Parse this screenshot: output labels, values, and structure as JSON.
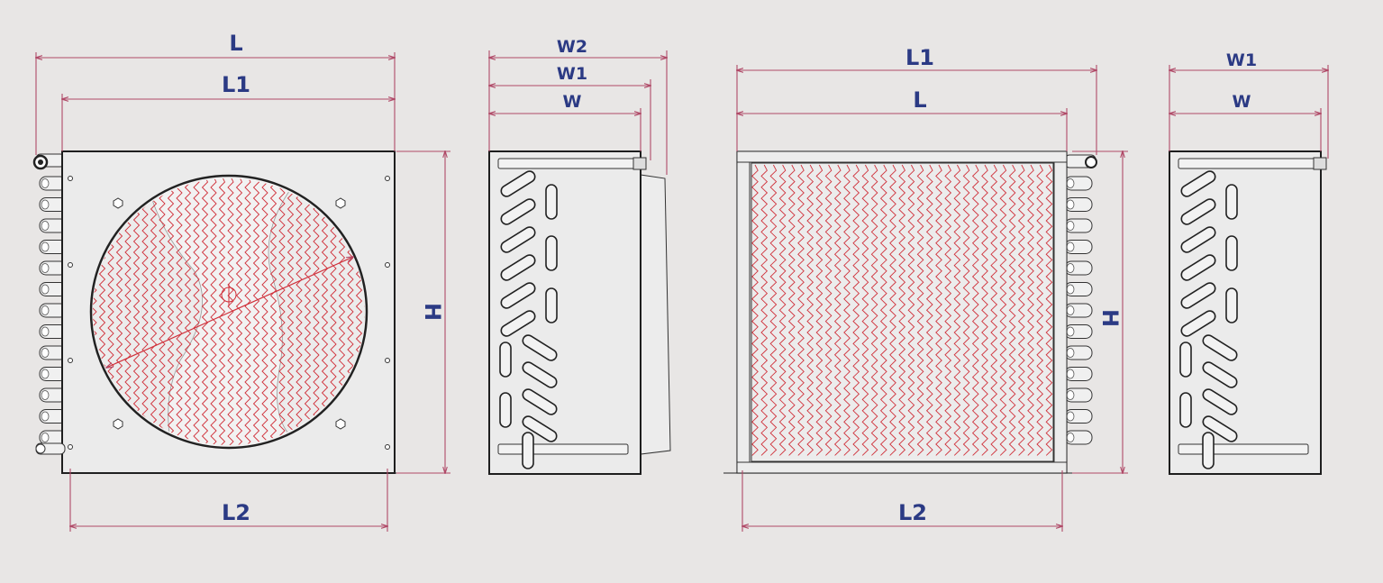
{
  "colors": {
    "dimension_text": "#2b3a84",
    "dimension_line": "#b04a68",
    "mesh": "#d0313b",
    "background": "#e8e6e5"
  },
  "views": {
    "front_fan": {
      "L": "L",
      "L1": "L1",
      "L2": "L2",
      "H": "H"
    },
    "side_fan": {
      "W2": "W2",
      "W1": "W1",
      "W": "W"
    },
    "front_coil": {
      "L1": "L1",
      "L": "L",
      "L2": "L2",
      "H": "H"
    },
    "side_coil": {
      "W1": "W1",
      "W": "W"
    }
  }
}
